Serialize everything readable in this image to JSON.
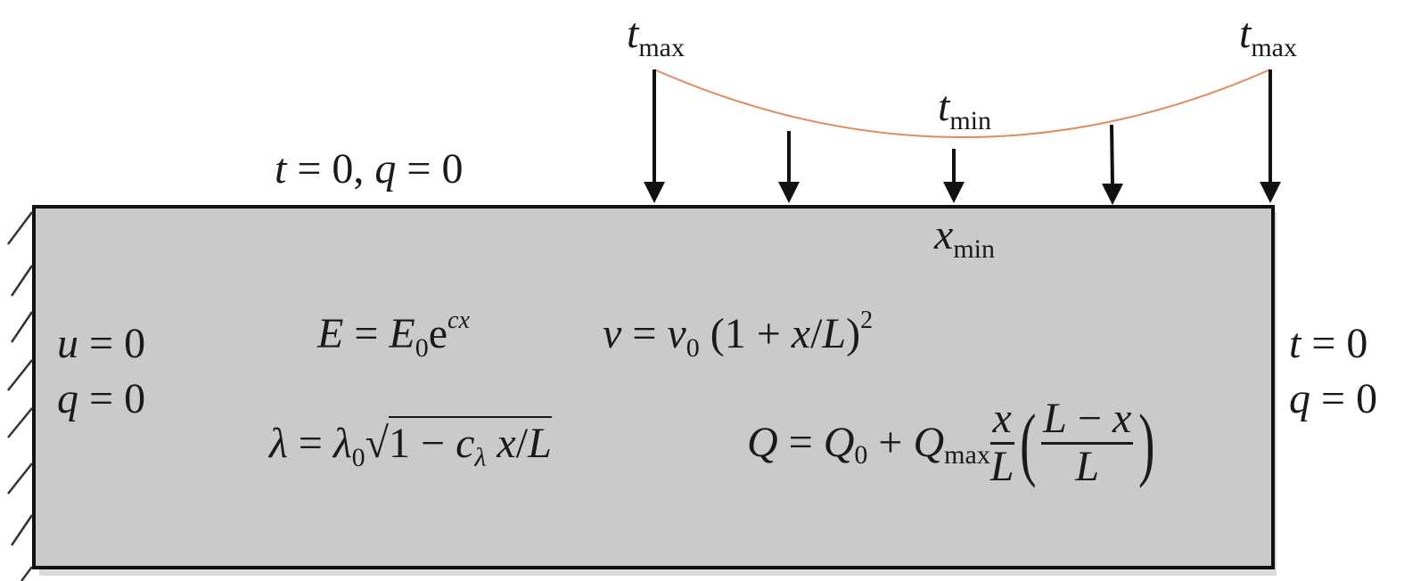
{
  "diagram": {
    "type": "functionally graded beam with parabolic surface traction",
    "colors": {
      "beam_fill": "#c9cacc",
      "beam_border": "#111111",
      "traction_curve": "#e08a5e",
      "arrow": "#111111",
      "background": "#ffffff"
    },
    "top_labels": {
      "t_max_left": {
        "base": "t",
        "sub": "max"
      },
      "t_max_right": {
        "base": "t",
        "sub": "max"
      },
      "t_min": {
        "base": "t",
        "sub": "min"
      },
      "x_min": {
        "base": "x",
        "sub": "min"
      }
    },
    "top_free_bc": {
      "t": "t",
      "eq1": " = 0, ",
      "q": "q",
      "eq2": " = 0"
    },
    "left_bc": {
      "line1": {
        "var": "u",
        "rest": " = 0"
      },
      "line2": {
        "var": "q",
        "rest": " = 0"
      }
    },
    "right_bc": {
      "line1": {
        "var": "t",
        "rest": " = 0"
      },
      "line2": {
        "var": "q",
        "rest": " = 0"
      }
    },
    "formulas": {
      "young_modulus": {
        "lhs": "E",
        "eq": " = ",
        "base": "E",
        "sub": "0",
        "exp_base": "e",
        "exp": "cx"
      },
      "poisson": {
        "lhs": "v",
        "eq": " = ",
        "base": "v",
        "sub": "0",
        "mid": " (1 + ",
        "x": "x",
        "slash": "/",
        "L": "L",
        "close": ")",
        "exp": "2"
      },
      "conductivity": {
        "lhs": "λ",
        "eq": " = ",
        "base": "λ",
        "sub": "0",
        "root": "√",
        "one": "1 − ",
        "c": "c",
        "c_sub": "λ",
        "x": " x",
        "slash": "/",
        "L": "L"
      },
      "heat_source": {
        "lhs": "Q",
        "eq": " = ",
        "base": "Q",
        "sub": "0",
        "plus": " + ",
        "qmax": "Q",
        "qmax_sub": "max",
        "frac1_num": "x",
        "frac1_den": "L",
        "frac2_num_L": "L",
        "frac2_num_minus": " − ",
        "frac2_num_x": "x",
        "frac2_den": "L",
        "lparen": "(",
        "rparen": ")"
      }
    },
    "arrows_x": [
      734,
      885,
      1070,
      1248,
      1425
    ],
    "hatch_y": [
      240,
      298,
      350,
      404,
      458,
      520,
      578,
      636
    ]
  }
}
